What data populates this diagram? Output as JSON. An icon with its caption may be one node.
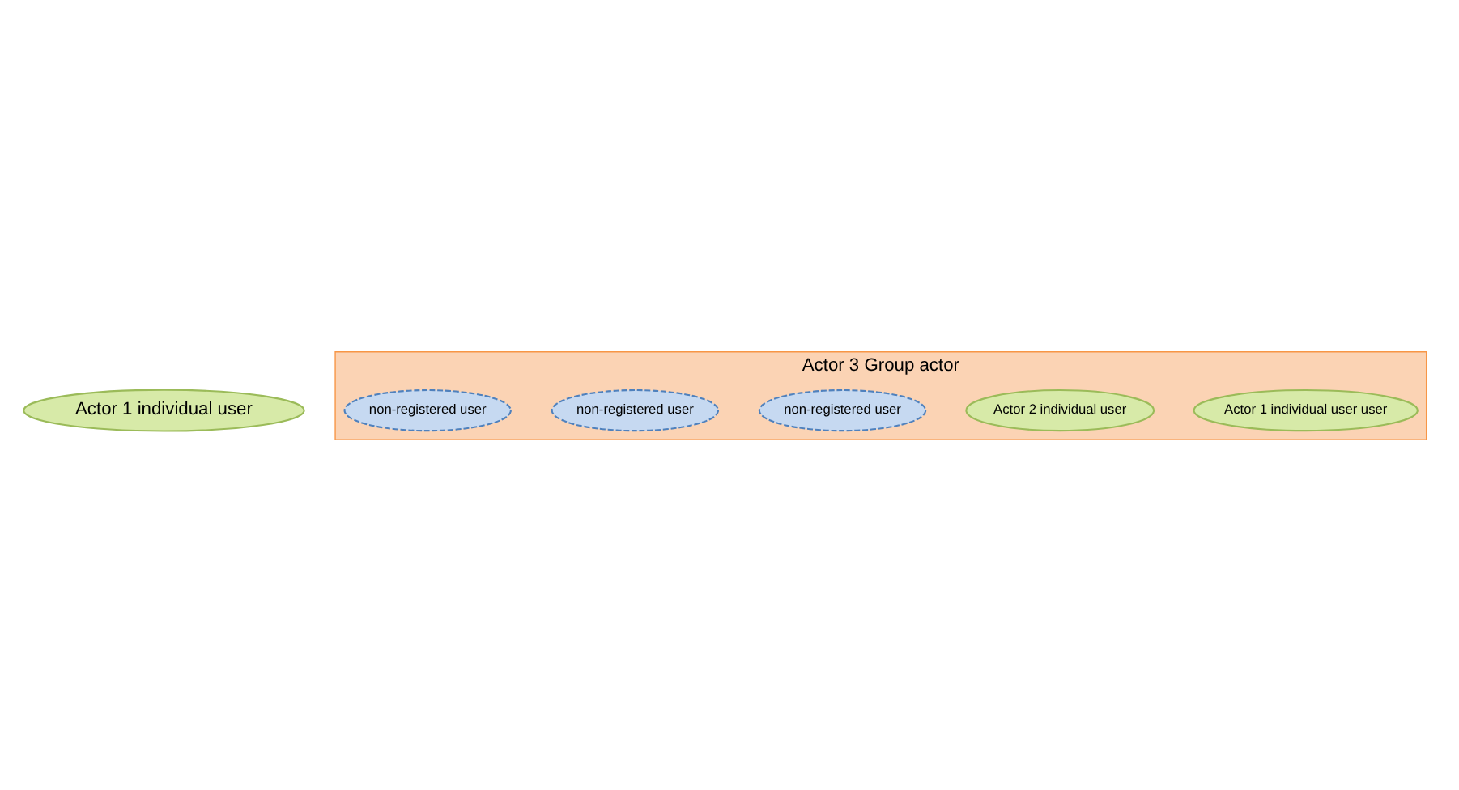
{
  "diagram": {
    "nodes": [
      {
        "text": [
          "Actor 1 individual user"
        ]
      },
      {
        "text": [
          "Actor 3 Group actor"
        ]
      },
      {
        "text": [
          "Actor 1 individual user user"
        ],
        "in": 1
      },
      {
        "text": [
          "Actor 2 individual user"
        ],
        "in": 1
      },
      {
        "text": [
          "non-registered user"
        ],
        "in": 1
      },
      {
        "text": [
          "non-registered user"
        ],
        "in": 1
      },
      {
        "text": [
          "non-registered user"
        ],
        "in": 1
      }
    ],
    "edges": []
  }
}
